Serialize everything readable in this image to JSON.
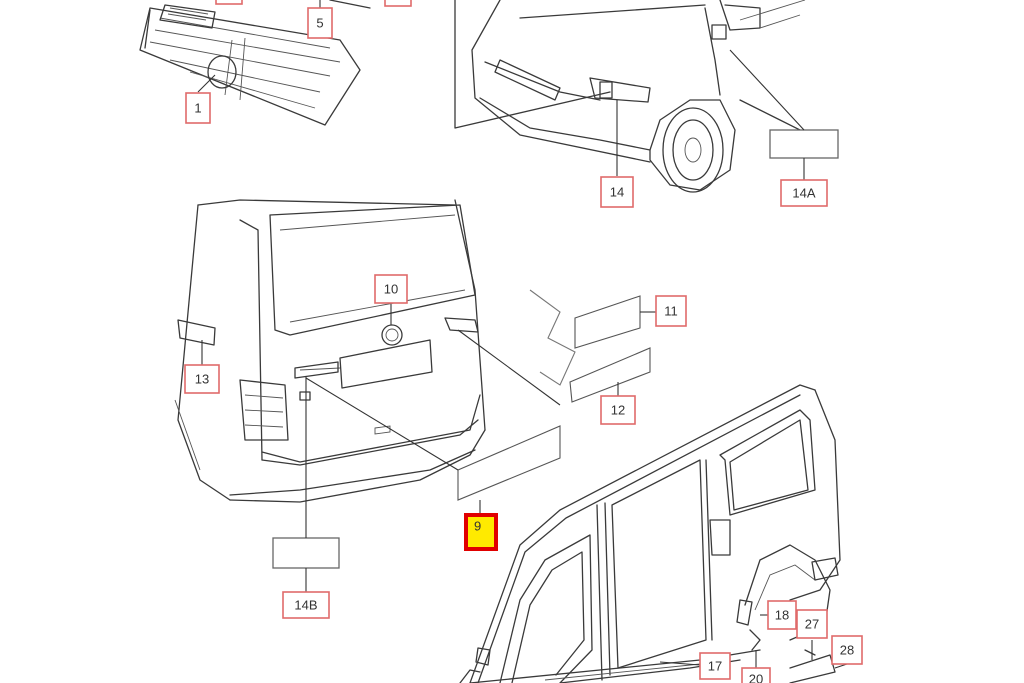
{
  "callouts": {
    "c1": "1",
    "c5": "5",
    "c9": "9",
    "c10": "10",
    "c11": "11",
    "c12": "12",
    "c13": "13",
    "c14": "14",
    "c14a": "14A",
    "c14b": "14B",
    "c17": "17",
    "c18": "18",
    "c20": "20",
    "c27": "27",
    "c28": "28"
  },
  "colors": {
    "callout_border": "#e06a6a",
    "highlight_fill": "#ffea00",
    "highlight_border": "#e00000"
  }
}
